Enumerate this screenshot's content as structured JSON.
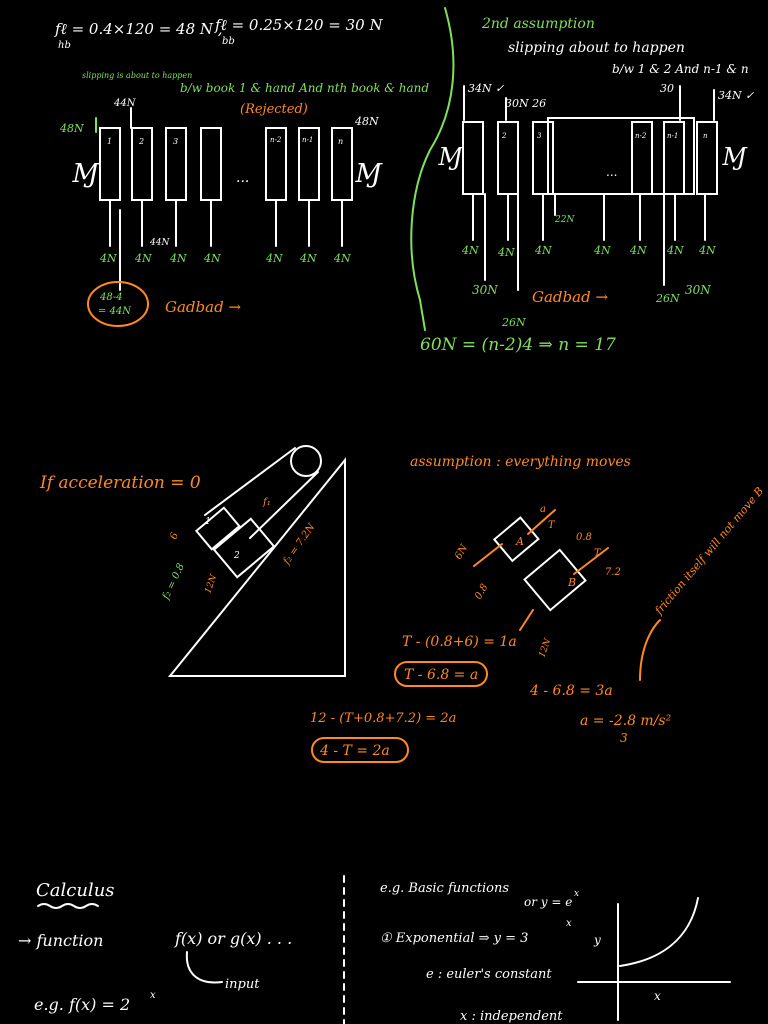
{
  "colors": {
    "background": "#000000",
    "ink_white": "#ffffff",
    "ink_green": "#7fe05a",
    "ink_orange": "#ff8a1f"
  },
  "section1": {
    "friction_book_hand": "fℓ = 0.4×120 = 48 N ,",
    "friction_book_hand_sub": "hb",
    "friction_book_book": "fℓ = 0.25×120 = 30 N",
    "friction_book_book_sub": "bb",
    "first_note": "slipping is about to happen",
    "first_note2": "b/w book 1 & hand And nth book & hand",
    "rejected": "(Rejected)",
    "force_48_left": "48N",
    "force_44_top": "44N",
    "force_48_right": "48N",
    "book_labels": [
      "1",
      "2",
      "3",
      "",
      "n-2",
      "n-1",
      "n"
    ],
    "dots": "...",
    "small_44": "44N",
    "weights": [
      "4N",
      "4N",
      "4N",
      "4N",
      "4N",
      "4N",
      "4N"
    ],
    "circle_text_1": "48-4",
    "circle_text_2": "= 44N",
    "gadbad_1": "Gadbad →",
    "second_title": "2nd assumption",
    "second_line1": "slipping about to happen",
    "second_line2": "b/w 1 & 2 And n-1 & n",
    "f_34_left": "34N ✓",
    "f_30_26": "30N 26",
    "f_30_right": "30",
    "f_34_right": "34N ✓",
    "right_books": [
      "1",
      "2",
      "3",
      "n-2",
      "n-1",
      "n"
    ],
    "right_22": "22N",
    "right_weights": [
      "4N",
      "4N",
      "4N",
      "4N",
      "4N",
      "4N",
      "4N"
    ],
    "right_30_left": "30N",
    "gadbad_2": "Gadbad →",
    "right_26": "26N",
    "right_30_bottom": "30N",
    "right_26b": "26N",
    "equation": "60N = (n-2)4  ⇒ n = 17"
  },
  "section2": {
    "acceleration_zero": "If acceleration = 0",
    "assumption": "assumption : everything moves",
    "inc_6": "6",
    "inc_f1": "f₁",
    "inc_f2": "f₂ = 7.2N",
    "inc_fs": "f₂ = 0.8",
    "inc_12": "12N",
    "inc_1": "1",
    "inc_2": "2",
    "fbd_6n": "6N",
    "fbd_a": "a",
    "fbd_t": "T",
    "fbd_08a": "0.8",
    "fbd_08b": "0.8",
    "fbd_t2": "T",
    "fbd_72": "7.2",
    "fbd_12": "12N",
    "fbd_A": "A",
    "fbd_B": "B",
    "eq1": "T - (0.8+6) = 1a",
    "eq1b": "T - 6.8 = a",
    "eq2": "12 - (T+0.8+7.2) = 2a",
    "eq2b": "4 - T = 2a",
    "eq3": "4 - 6.8 = 3a",
    "eq4": "a = -2.8 m/s²",
    "eq4b": "3",
    "friction_note": "friction itself will not move B"
  },
  "section3": {
    "title": "Calculus",
    "function_label": "→ function",
    "fx_gx": "f(x)  or  g(x) . . .",
    "input": "input",
    "eg": "e.g. f(x) = 2",
    "eg_sup": "x",
    "basic": "e.g. Basic functions",
    "or_y": "or y = e",
    "or_y_sup": "x",
    "exponential": "① Exponential ⇒ y = 3",
    "exp_sup": "x",
    "euler": "e : euler's constant",
    "independent": "x : independent",
    "axis_x": "x",
    "axis_y": "y"
  }
}
